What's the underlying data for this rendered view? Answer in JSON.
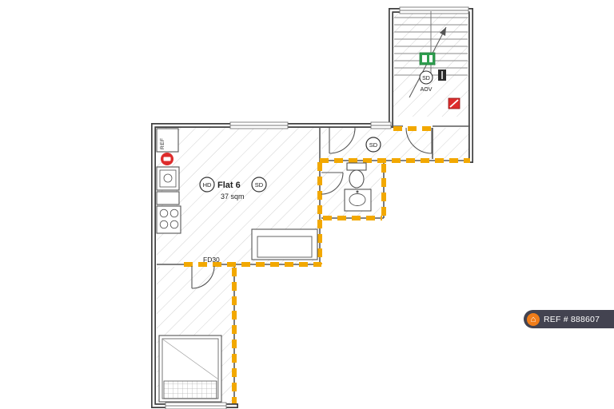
{
  "plan": {
    "flat_label": "Flat 6",
    "area_label": "37 sqm",
    "heat_detector_label": "HD",
    "smoke_detector_label": "SD",
    "hall_smoke_detector_label": "SD",
    "stair_smoke_detector_label": "SD",
    "fire_door_label": "FD30",
    "fridge_label": "REF",
    "stair_vent_label": "AOV",
    "colors": {
      "fire_boundary": "#F2A800",
      "red_marker": "#DD2C2C",
      "green_marker": "#2E9E4F"
    }
  },
  "watermark": {
    "label": "REF # 888607",
    "house_icon": "⌂"
  }
}
